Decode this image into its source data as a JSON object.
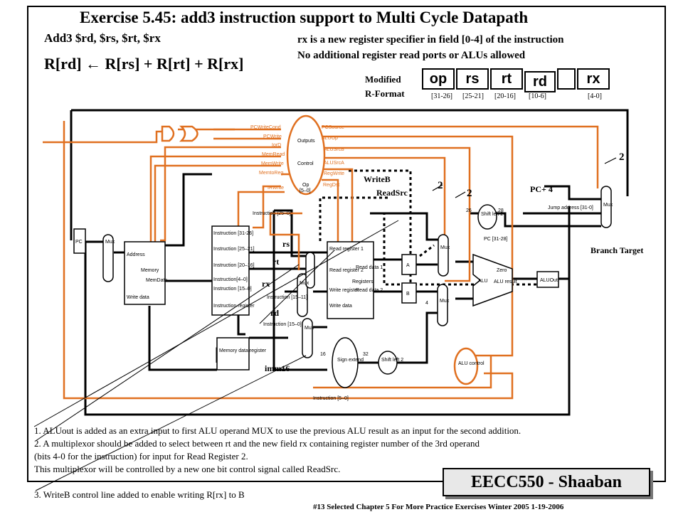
{
  "title": "Exercise 5.45:   add3  instruction support to Multi Cycle Datapath",
  "syntax": "Add3 $rd, $rs, $rt, $rx",
  "equation": "R[rd]  ←  R[rs] + R[rt] + R[rx]",
  "right_note_1": "rx is a new register specifier in field [0-4] of the instruction",
  "right_note_2": "No additional register read ports or ALUs allowed",
  "format": {
    "label_1": "Modified",
    "label_2": "R-Format",
    "fields": [
      "op",
      "rs",
      "rt",
      "rd",
      "",
      "rx"
    ],
    "bits": [
      "[31-26]",
      "[25-21]",
      "[20-16]",
      "[10-6]",
      "[4-0]"
    ]
  },
  "control": {
    "outputs": "Outputs",
    "control": "Control",
    "op": "Op",
    "op_bits": "[5–0]",
    "left_signals": [
      "PCWriteCond",
      "PCWrite",
      "IorD",
      "MemRead",
      "MemWrite",
      "MemtoReg",
      "IRWrite"
    ],
    "right_signals": [
      "PCSource",
      "ALUOp",
      "ALUSrcB",
      "ALUSrcA",
      "RegWrite",
      "RegDst"
    ]
  },
  "datapath": {
    "pc": "PC",
    "memory_address": "Address",
    "memory": "Memory",
    "memdata": "MemData",
    "write_data": "Write data",
    "ir_fields": [
      "Instruction [31-26]",
      "Instruction [25–21]",
      "Instruction [20–16]",
      "Instruction[4–0]",
      "Instruction [15–0]"
    ],
    "ir_name": "Instruction register",
    "mdr": "Memory data register",
    "instr_15_11": "Instruction [15–11]",
    "instr_15_0": "Instruction [15–0]",
    "instr_25_0": "Instruction [25–0]",
    "instr_5_0": "Instruction [5–0]",
    "regs": [
      "Read register 1",
      "Read register 2",
      "Write register",
      "Write data",
      "Read data 1",
      "Read data 2",
      "Registers"
    ],
    "sign_extend": "Sign extend",
    "shift_left_2": "Shift left 2",
    "alu": "ALU",
    "zero": "Zero",
    "alu_result": "ALU result",
    "aluout": "ALUOut",
    "alu_control": "ALU control",
    "jump_address": "Jump address [31-0]",
    "pc_31_28": "PC [31-28]",
    "mux": "Mux",
    "a": "A",
    "b": "B",
    "four": "4",
    "bus_26": "26",
    "bus_28": "28",
    "bus_16": "16",
    "bus_32": "32"
  },
  "annotations": {
    "writeb": "WriteB",
    "readsrc": "ReadSrc",
    "rs": "rs",
    "rt": "rt",
    "rx": "rx",
    "rd": "rd",
    "imm16": "imm16",
    "pc4": "PC+ 4",
    "branch_target": "Branch Target",
    "two": "2"
  },
  "notes": [
    "1. ALUout is added as an extra input to first ALU operand MUX to use the previous ALU result   as an input for the second addition.",
    "2. A multiplexor  should be added to select between   rt and the new field rx containing register number of the 3rd operand",
    " (bits 4-0 for the instruction) for input for Read Register 2.",
    "This multiplexor  will  be controlled by a new one bit control signal  called ReadSrc.",
    "3.  WriteB control line added to enable writing R[rx] to B"
  ],
  "badge": "EECC550 - Shaaban",
  "footer": "#13   Selected Chapter  5 For More Practice Exercises   Winter 2005  1-19-2006",
  "colors": {
    "control": "#e07020",
    "datapath": "#000000"
  }
}
